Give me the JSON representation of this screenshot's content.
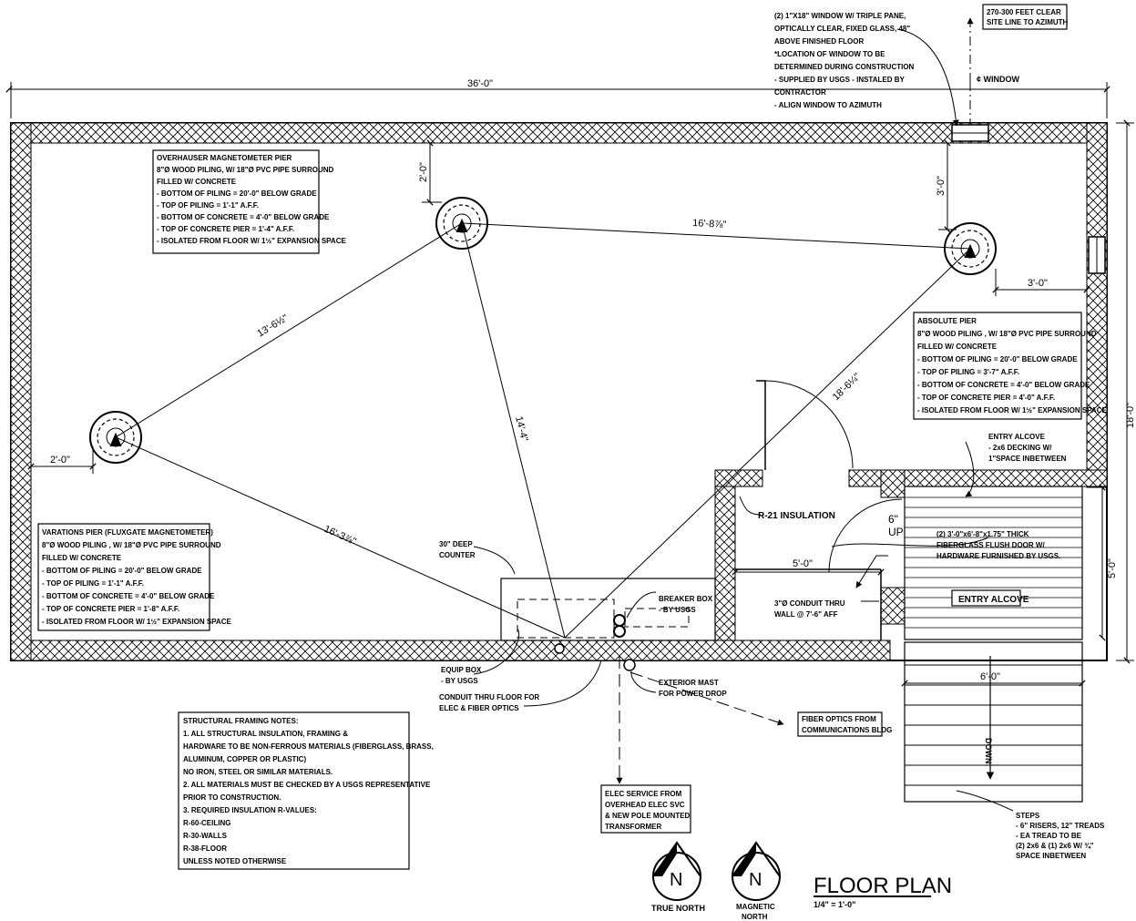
{
  "drawing": {
    "overall_width": "36'-0\"",
    "overall_depth": "18'-0\"",
    "title": "FLOOR PLAN",
    "scale": "1/4\" = 1'-0\""
  },
  "window_note": {
    "lines": [
      "(2) 1\"X18\" WINDOW W/ TRIPLE PANE,",
      "OPTICALLY CLEAR, FIXED GLASS, 48\"",
      "ABOVE FINISHED FLOOR",
      "*LOCATION OF WINDOW TO BE",
      "DETERMINED DURING CONSTRUCTION",
      "- SUPPLIED BY USGS - INSTALED BY",
      "CONTRACTOR",
      "- ALIGN WINDOW TO AZIMUTH"
    ]
  },
  "site_line_note": [
    "270-300 FEET CLEAR",
    "SITE LINE TO AZIMUTH"
  ],
  "window_cl": "¢ WINDOW",
  "overhauser_pier": {
    "lines": [
      "OVERHAUSER MAGNETOMETER PIER",
      "8\"Ø WOOD PILING, W/ 18\"Ø PVC PIPE SURROUND",
      "FILLED W/ CONCRETE",
      "- BOTTOM OF PILING = 20'-0\" BELOW GRADE",
      "- TOP OF PILING = 1'-1\" A.F.F.",
      "- BOTTOM OF CONCRETE = 4'-0\" BELOW GRADE",
      "- TOP OF CONCRETE PIER = 1'-4\" A.F.F.",
      "- ISOLATED FROM FLOOR W/ 1½\" EXPANSION SPACE"
    ]
  },
  "absolute_pier": {
    "lines": [
      "ABSOLUTE PIER",
      "8\"Ø WOOD PILING , W/ 18\"Ø PVC PIPE SURROUND",
      "FILLED W/ CONCRETE",
      "- BOTTOM OF PILING = 20'-0\" BELOW GRADE",
      "- TOP OF PILING = 3'-7\" A.F.F.",
      "- BOTTOM OF CONCRETE = 4'-0\" BELOW GRADE",
      "- TOP OF CONCRETE PIER = 4'-0\" A.F.F.",
      "- ISOLATED FROM FLOOR W/ 1½\" EXPANSION SPACE"
    ]
  },
  "variations_pier": {
    "lines": [
      "VARATIONS PIER (FLUXGATE MAGNETOMETER)",
      "8\"Ø WOOD PILING , W/ 18\"Ø PVC PIPE SURROUND",
      "FILLED W/ CONCRETE",
      "- BOTTOM OF PILING = 20'-0\" BELOW GRADE",
      "- TOP OF PILING = 1'-1\" A.F.F.",
      "- BOTTOM OF CONCRETE = 4'-0\" BELOW GRADE",
      "- TOP OF CONCRETE PIER = 1'-8\" A.F.F.",
      "- ISOLATED FROM FLOOR W/ 1½\" EXPANSION SPACE"
    ]
  },
  "structural_notes": {
    "lines": [
      "STRUCTURAL FRAMING NOTES:",
      "1.   ALL STRUCTURAL INSULATION, FRAMING &",
      "      HARDWARE TO BE NON-FERROUS MATERIALS (FIBERGLASS, BRASS,",
      "      ALUMINUM, COPPER OR PLASTIC)",
      "      NO IRON, STEEL OR SIMILAR MATERIALS.",
      "2.   ALL MATERIALS MUST BE CHECKED BY A USGS REPRESENTATIVE",
      "      PRIOR TO CONSTRUCTION.",
      "3.   REQUIRED INSULATION R-VALUES:",
      "      R-60-CEILING",
      "      R-30-WALLS",
      "      R-38-FLOOR",
      "      UNLESS NOTED OTHERWISE"
    ]
  },
  "entry_alcove_note": [
    "ENTRY ALCOVE",
    "- 2x6 DECKING W/",
    "1\"SPACE INBETWEEN"
  ],
  "door_note": [
    "(2) 3'-0\"x6'-8\"x1.75\" THICK",
    "FIBERGLASS FLUSH DOOR W/",
    "HARDWARE FURNISHED BY USGS."
  ],
  "entry_alcove_label": "ENTRY ALCOVE",
  "r21": "R-21 INSULATION",
  "step_up": [
    "6\"",
    "UP"
  ],
  "counter_note": [
    "30\" DEEP",
    "COUNTER"
  ],
  "breaker_note": [
    "BREAKER BOX",
    "- BY USGS"
  ],
  "conduit_wall_note": [
    "3\"Ø CONDUIT THRU",
    "WALL @ 7'-6\" AFF"
  ],
  "equip_box": [
    "EQUIP BOX",
    "- BY USGS"
  ],
  "conduit_floor": [
    "CONDUIT THRU FLOOR FOR",
    "ELEC & FIBER OPTICS"
  ],
  "mast_note": [
    "EXTERIOR MAST",
    "FOR POWER DROP"
  ],
  "fiber_note": [
    "FIBER OPTICS FROM",
    "COMMUNICATIONS BLDG"
  ],
  "elec_note": [
    "ELEC SERVICE FROM",
    "OVERHEAD ELEC SVC",
    "& NEW POLE MOUNTED",
    "TRANSFORMER"
  ],
  "steps_note": [
    "STEPS",
    "- 6\" RISERS, 12\" TREADS",
    "- EA TREAD TO BE",
    "(2) 2x6 & (1) 2x6 W/ ¾\"",
    "SPACE INBETWEEN"
  ],
  "down": "DOWN",
  "north": {
    "letter": "N",
    "true_label": "TRUE NORTH",
    "magnetic_label": [
      "MAGNETIC",
      "NORTH"
    ]
  },
  "dims": {
    "d_2_0_top": "2'-0\"",
    "d_3_0_right_v": "3'-0\"",
    "d_3_0_right_h": "3'-0\"",
    "d_2_0_left": "2'-0\"",
    "d_16_8": "16'-8⅞\"",
    "d_13_6": "13'-6½\"",
    "d_14_4": "14'-4\"",
    "d_18_6": "18'-6¼\"",
    "d_16_3": "16'-3⅞\"",
    "d_5_0_h": "5'-0\"",
    "d_5_0_v": "5'-0\"",
    "d_6_0": "6'-0\""
  }
}
